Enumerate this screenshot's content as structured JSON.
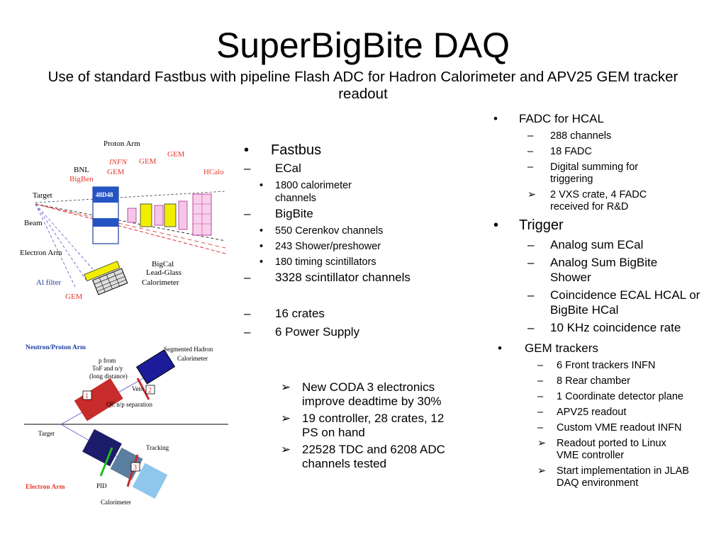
{
  "slide": {
    "title": "SuperBigBite DAQ",
    "subtitle": "Use of standard Fastbus with pipeline Flash ADC for Hadron Calorimeter and APV25 GEM tracker readout"
  },
  "figure_top": {
    "labels": {
      "proton_arm": "Proton Arm",
      "gem1": "GEM",
      "gem2": "GEM",
      "infn": "INFN",
      "infn_gem": "GEM",
      "bnl": "BNL",
      "bigben": "BigBen",
      "magnet": "48D48",
      "hcalo": "HCalo",
      "target": "Target",
      "beam": "Beam",
      "electron_arm": "Electron Arm",
      "bigcal": "BigCal",
      "leadglass": "Lead-Glass",
      "calorimeter": "Calorimeter",
      "al_filter": "Al filter",
      "gem3": "GEM"
    }
  },
  "figure_bottom": {
    "labels": {
      "np_arm": "Neutron/Proton Arm",
      "segmented": "Segmented Hadron",
      "calorimeter": "Calorimeter",
      "p_from": "p from",
      "tof": "ToF and n/y",
      "long_distance": "(long distance)",
      "veto": "Veto",
      "n1": "1",
      "n2": "2",
      "n3": "3",
      "qe": "QE n/p separation",
      "target": "Target",
      "tracking": "Tracking",
      "electron_arm": "Electron Arm",
      "pid": "PID",
      "calorimeter2": "Calorimeter"
    }
  },
  "middle": {
    "fastbus": "Fastbus",
    "ecal": "ECal",
    "ecal_items": [
      "1800 calorimeter channels"
    ],
    "bigbite": "BigBite",
    "bigbite_items": [
      "550 Cerenkov channels",
      "243 Shower/preshower",
      "180 timing scintillators"
    ],
    "scint": "3328 scintillator channels",
    "crates": "16 crates",
    "power": "6 Power Supply",
    "checks": [
      "New CODA 3 electronics improve deadtime by 30%",
      "19 controller, 28 crates, 12 PS on hand",
      "22528  TDC and 6208 ADC channels tested"
    ]
  },
  "right": {
    "fadc": "FADC for HCAL",
    "fadc_items": [
      "288 channels",
      "18 FADC",
      "Digital summing for triggering"
    ],
    "fadc_check": "2 VXS crate, 4 FADC received for R&D",
    "trigger": "Trigger",
    "trigger_items": [
      "Analog sum ECal",
      "Analog Sum BigBite Shower",
      "Coincidence ECAL HCAL or BigBite HCal",
      "10 KHz coincidence rate"
    ],
    "gem": "GEM trackers",
    "gem_items": [
      "6 Front trackers INFN",
      "8 Rear chamber",
      "1 Coordinate detector plane",
      "APV25 readout",
      "Custom VME readout INFN"
    ],
    "gem_checks": [
      "Readout ported to Linux VME controller",
      "Start implementation in JLAB DAQ environment"
    ]
  },
  "markers": {
    "bullet": "•",
    "dash": "–",
    "check": "➢"
  },
  "colors": {
    "red_label": "#e8382a",
    "blue_label": "#1f3f9e",
    "yellow": "#f2ee00",
    "pink": "#e8a0d8",
    "navy": "#1c1c6a",
    "red_box": "#c72b2b",
    "green": "#22bb22",
    "steel": "#5b7fa0",
    "lightblue": "#8ec6ec"
  }
}
